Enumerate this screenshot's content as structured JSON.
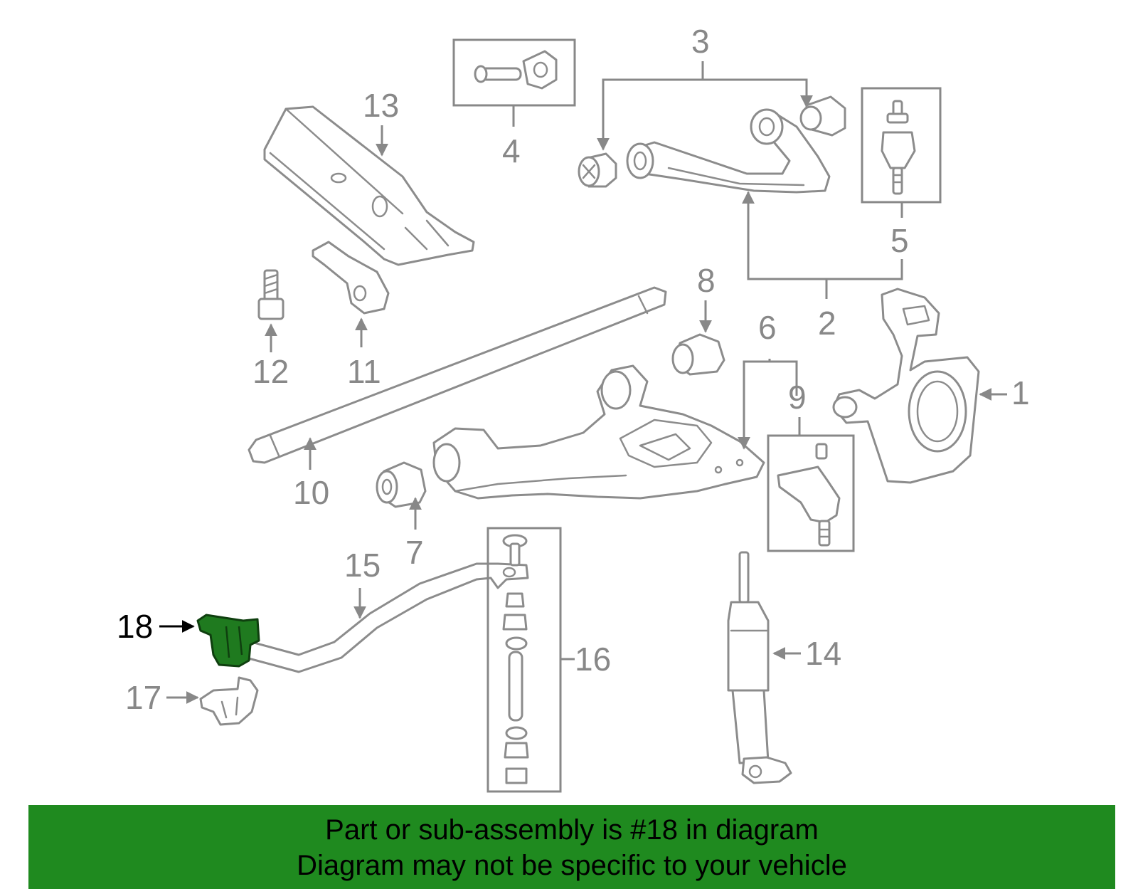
{
  "diagram": {
    "highlighted_part": "18",
    "colors": {
      "highlight": "#1f7a1f",
      "banner": "#1f8a1f",
      "callout_gray": "#888888",
      "callout_active": "#000000"
    },
    "callouts": {
      "c1": "1",
      "c2": "2",
      "c3": "3",
      "c4": "4",
      "c5": "5",
      "c6": "6",
      "c7": "7",
      "c8": "8",
      "c9": "9",
      "c10": "10",
      "c11": "11",
      "c12": "12",
      "c13": "13",
      "c14": "14",
      "c15": "15",
      "c16": "16",
      "c17": "17",
      "c18": "18"
    }
  },
  "banner": {
    "line1": "Part or sub-assembly is #18 in diagram",
    "line2": "Diagram may not be specific to your vehicle"
  }
}
